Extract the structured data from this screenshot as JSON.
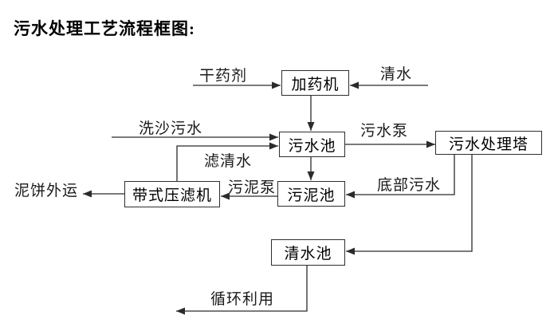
{
  "title": "污水处理工艺流程框图:",
  "nodes": {
    "dosing_machine": "加药机",
    "sewage_pool": "污水池",
    "treatment_tower": "污水处理塔",
    "sludge_pool": "污泥池",
    "belt_filter_press": "带式压滤机",
    "clear_water_pool": "清水池"
  },
  "edges": {
    "dry_chemical": "干药剂",
    "clear_water": "清水",
    "sand_washing_sewage": "洗沙污水",
    "sewage_pump": "污水泵",
    "filtered_water": "滤清水",
    "sludge_pump": "污泥泵",
    "bottom_sewage": "底部污水",
    "mud_cake_outbound": "泥饼外运",
    "recycling": "循环利用"
  },
  "colors": {
    "line": "#2b2b2b",
    "box_border": "#2e2e2e",
    "text": "#000000",
    "background": "#ffffff"
  }
}
